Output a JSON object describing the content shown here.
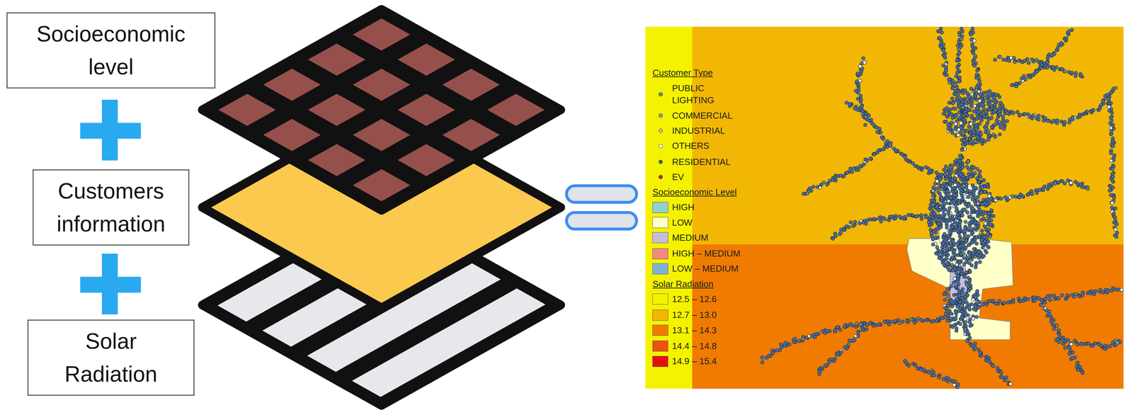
{
  "diagram": {
    "nodes": [
      {
        "text": [
          "Socioeconomic level"
        ]
      },
      {
        "text": [
          "Customers information"
        ]
      },
      {
        "text": [
          "Solar Radiation"
        ]
      }
    ],
    "labels": [
      "Customer Type",
      "Socioeconomic Level",
      "Solar Radiation"
    ],
    "legend": [
      {
        "text": "PUBLIC LIGHTING"
      },
      {
        "text": "COMMERCIAL"
      },
      {
        "text": "INDUSTRIAL"
      },
      {
        "text": "OTHERS"
      },
      {
        "text": "RESIDENTIAL"
      },
      {
        "text": "EV"
      },
      {
        "text": "HIGH",
        "color": "#8fd3cc"
      },
      {
        "text": "LOW",
        "color": "#ffffc8"
      },
      {
        "text": "MEDIUM",
        "color": "#c5bde0"
      },
      {
        "text": "HIGH – MEDIUM",
        "color": "#f08a80"
      },
      {
        "text": "LOW – MEDIUM",
        "color": "#7fb0d8"
      },
      {
        "text": "12.5 – 12.6",
        "color": "#f5f200"
      },
      {
        "text": "12.7 – 13.0",
        "color": "#f2b705"
      },
      {
        "text": "13.1 – 14.3",
        "color": "#f07b00"
      },
      {
        "text": "14.4 – 14.8",
        "color": "#f04e12"
      },
      {
        "text": "14.9 – 15.4",
        "color": "#e41010"
      }
    ]
  }
}
